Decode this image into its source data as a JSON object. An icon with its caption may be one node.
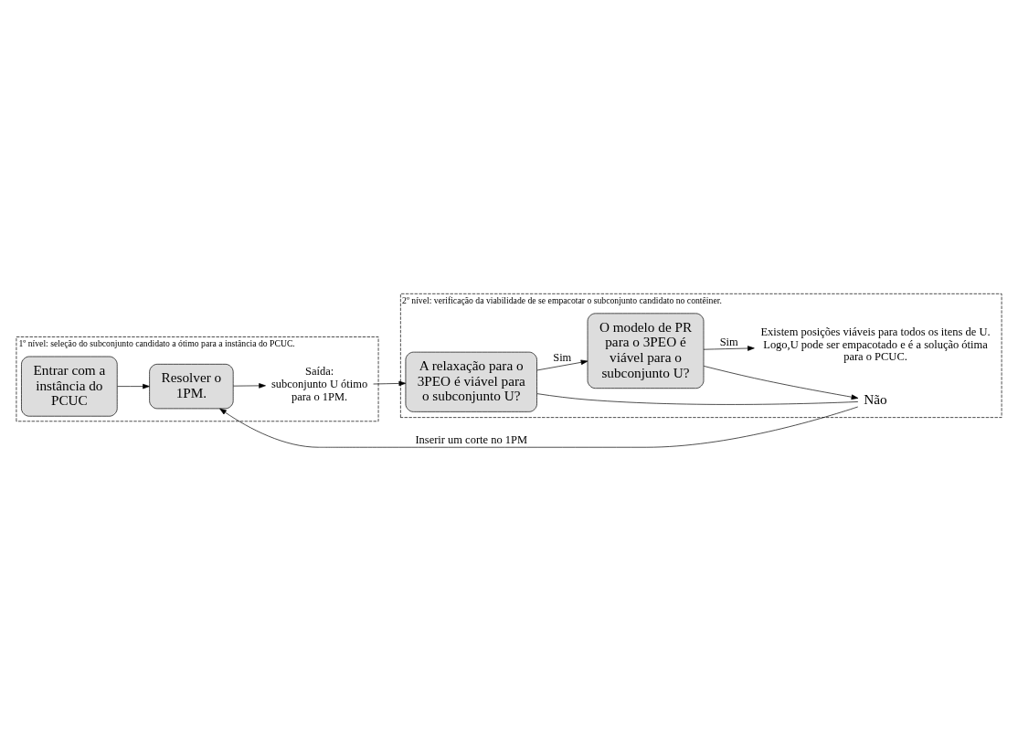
{
  "diagram": {
    "nodes": [
      {
        "text": [
          "1º nível: seleção do subconjunto candidato a ótimo para a instância do PCUC."
        ]
      },
      {
        "text": [
          "Entrar com a instância do PCUC"
        ],
        "in": 0
      },
      {
        "text": [
          "Resolver o 1PM."
        ],
        "in": 0
      },
      {
        "text": [
          "Saída:",
          "subconjunto U ótimo para o 1PM."
        ],
        "in": 0
      },
      {
        "text": [
          "2º nível: verificação da viabilidade de se empacotar o subconjunto candidato no contêiner."
        ]
      },
      {
        "text": [
          "A relaxação para o 3PEO é viável para o subconjunto U?"
        ],
        "in": 4
      },
      {
        "text": [
          "O modelo de PR para o 3PEO é viável para o subconjunto U?"
        ],
        "in": 4
      },
      {
        "text": [
          "Não"
        ],
        "in": 4
      },
      {
        "text": [
          "Existem posições viáveis para todos os itens de U. Logo,U pode ser empacotado e é a solução ótima para o PCUC."
        ],
        "in": 4
      }
    ],
    "edges": [
      {
        "from": 1,
        "to": 2,
        "arrow": "to"
      },
      {
        "from": 2,
        "to": 3,
        "arrow": "to"
      },
      {
        "from": 3,
        "to": 5,
        "arrow": "to"
      },
      {
        "from": 5,
        "to": 6,
        "arrow": "to",
        "label": "Sim"
      },
      {
        "from": 6,
        "to": 7,
        "arrow": "to"
      },
      {
        "from": 5,
        "to": 7,
        "arrow": "none"
      },
      {
        "from": 7,
        "to": 2,
        "arrow": "to",
        "label": "Inserir um corte no 1PM"
      },
      {
        "from": 6,
        "to": 8,
        "arrow": "to",
        "label": "Sim"
      }
    ]
  }
}
